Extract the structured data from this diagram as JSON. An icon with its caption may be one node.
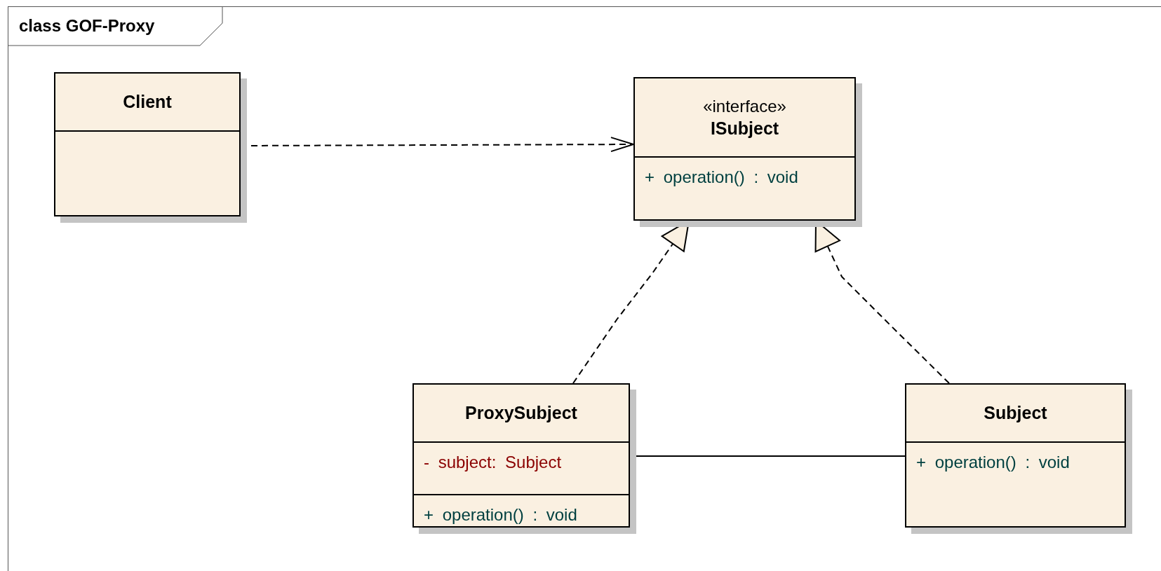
{
  "diagram": {
    "title": "class GOF-Proxy",
    "nodes": [
      {
        "text": [
          "Client"
        ]
      },
      {
        "text": [
          "«interface»",
          "ISubject",
          "+ operation() : void"
        ]
      },
      {
        "text": [
          "ProxySubject",
          "- subject: Subject",
          "+ operation() : void"
        ]
      },
      {
        "text": [
          "Subject",
          "+ operation() : void"
        ]
      }
    ],
    "edges": [
      {
        "from": 0,
        "to": 1,
        "arrow": "to",
        "style": "dashed"
      },
      {
        "from": 2,
        "to": 1,
        "arrow": "to",
        "style": "dashed"
      },
      {
        "from": 3,
        "to": 1,
        "arrow": "to",
        "style": "dashed"
      },
      {
        "from": 2,
        "to": 3,
        "arrow": "none"
      }
    ]
  }
}
